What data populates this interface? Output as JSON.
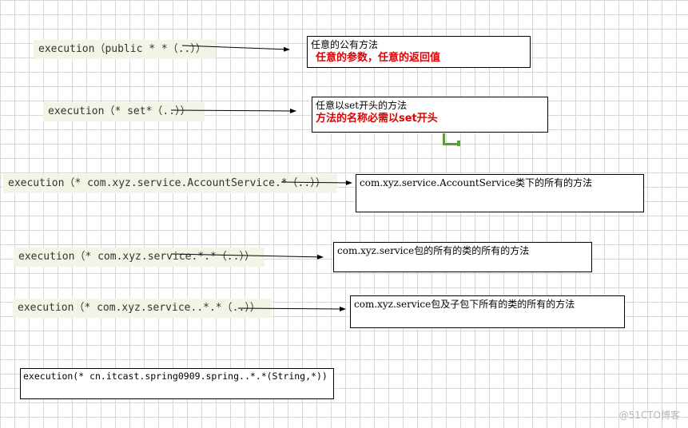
{
  "rows": [
    {
      "expression": "execution（public * *（..））",
      "desc_line1": "任意的公有方法",
      "desc_line2": "任意的参数，任意的返回值"
    },
    {
      "expression": "execution（* set*（..））",
      "desc_line1": "任意以set开头的方法",
      "desc_line2": "方法的名称必需以set开头"
    },
    {
      "expression": "execution（* com.xyz.service.AccountService.*（..））",
      "desc_line1": "com.xyz.service.AccountService类下的所有的方法"
    },
    {
      "expression": "execution（* com.xyz.service.*.*（..））",
      "desc_line1": "com.xyz.service包的所有的类的所有的方法"
    },
    {
      "expression": "execution（* com.xyz.service..*.*（..））",
      "desc_line1": "com.xyz.service包及子包下所有的类的所有的方法"
    }
  ],
  "bottom_expression": "execution(* cn.itcast.spring0909.spring..*.*(String,*))",
  "watermark": "@51CTO博客",
  "colors": {
    "emphasis_red": "#e00000",
    "grid": "#d6d6d6",
    "selection_handle": "#5a9e3a"
  }
}
